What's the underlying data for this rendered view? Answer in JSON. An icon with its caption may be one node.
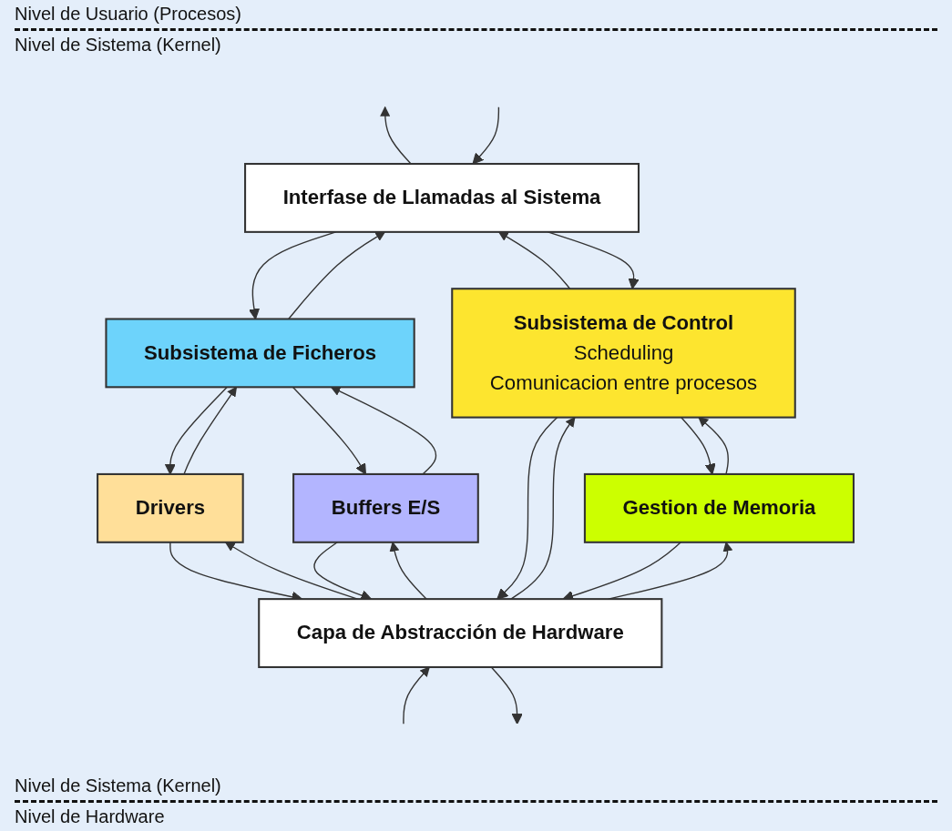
{
  "diagram": {
    "nodes": [
      {
        "text": [
          "Interfase de Llamadas al Sistema"
        ]
      },
      {
        "text": [
          "Subsistema de Ficheros"
        ]
      },
      {
        "text": [
          "Subsistema de Control",
          "Scheduling",
          "Comunicacion entre procesos"
        ]
      },
      {
        "text": [
          "Buffers E/S"
        ]
      },
      {
        "text": [
          "Gestion de Memoria"
        ]
      },
      {
        "text": [
          "Drivers"
        ]
      },
      {
        "text": [
          "Capa de Abstracción de Hardware"
        ]
      }
    ],
    "edges": [
      {
        "from": 0,
        "to": null,
        "arrow": "to"
      },
      {
        "from": null,
        "to": 0,
        "arrow": "to"
      },
      {
        "from": 0,
        "to": 1,
        "arrow": "to"
      },
      {
        "from": 1,
        "to": 0,
        "arrow": "to"
      },
      {
        "from": 2,
        "to": 0,
        "arrow": "to"
      },
      {
        "from": 0,
        "to": 2,
        "arrow": "to"
      },
      {
        "from": 1,
        "to": 5,
        "arrow": "to"
      },
      {
        "from": 5,
        "to": 1,
        "arrow": "to"
      },
      {
        "from": 1,
        "to": 3,
        "arrow": "to"
      },
      {
        "from": 3,
        "to": 1,
        "arrow": "to"
      },
      {
        "from": 2,
        "to": 6,
        "arrow": "to"
      },
      {
        "from": 6,
        "to": 2,
        "arrow": "to"
      },
      {
        "from": 2,
        "to": 4,
        "arrow": "to"
      },
      {
        "from": 4,
        "to": 2,
        "arrow": "to"
      },
      {
        "from": 3,
        "to": 6,
        "arrow": "to"
      },
      {
        "from": 6,
        "to": 3,
        "arrow": "to"
      },
      {
        "from": 5,
        "to": 6,
        "arrow": "to"
      },
      {
        "from": 6,
        "to": 5,
        "arrow": "to"
      },
      {
        "from": 4,
        "to": 6,
        "arrow": "to"
      },
      {
        "from": 6,
        "to": 4,
        "arrow": "to"
      },
      {
        "from": null,
        "to": 6,
        "arrow": "to"
      },
      {
        "from": 6,
        "to": null,
        "arrow": "to"
      }
    ],
    "labels": [
      "Nivel de Usuario (Procesos)",
      "Nivel de Sistema (Kernel)",
      "Nivel de Sistema (Kernel)",
      "Nivel de Hardware"
    ]
  }
}
